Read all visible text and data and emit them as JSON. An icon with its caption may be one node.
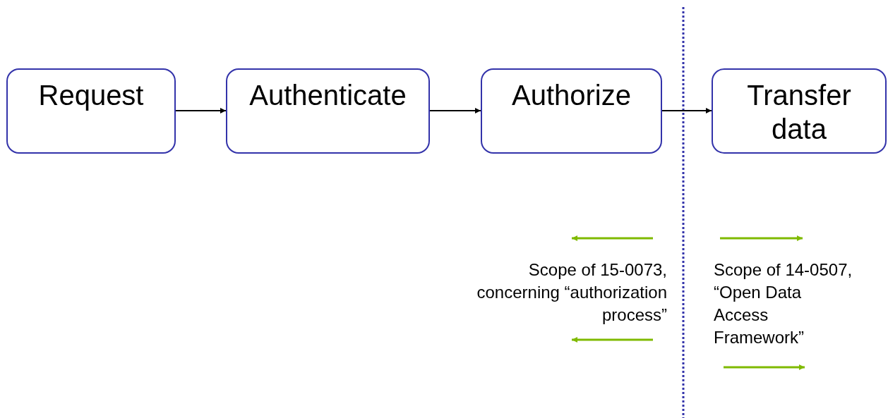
{
  "diagram": {
    "nodes": [
      {
        "text": [
          "Request"
        ]
      },
      {
        "text": [
          "Authenticate"
        ]
      },
      {
        "text": [
          "Authorize"
        ]
      },
      {
        "text": [
          "Transfer data"
        ]
      }
    ],
    "edges": [
      {
        "from": 0,
        "to": 1,
        "arrow": "to"
      },
      {
        "from": 1,
        "to": 2,
        "arrow": "to"
      },
      {
        "from": 2,
        "to": 3,
        "arrow": "to"
      }
    ],
    "labels": [
      "Scope of 15-0073, concerning “authorization process”",
      "Scope of 14-0507, “Open Data Access Framework”"
    ]
  }
}
